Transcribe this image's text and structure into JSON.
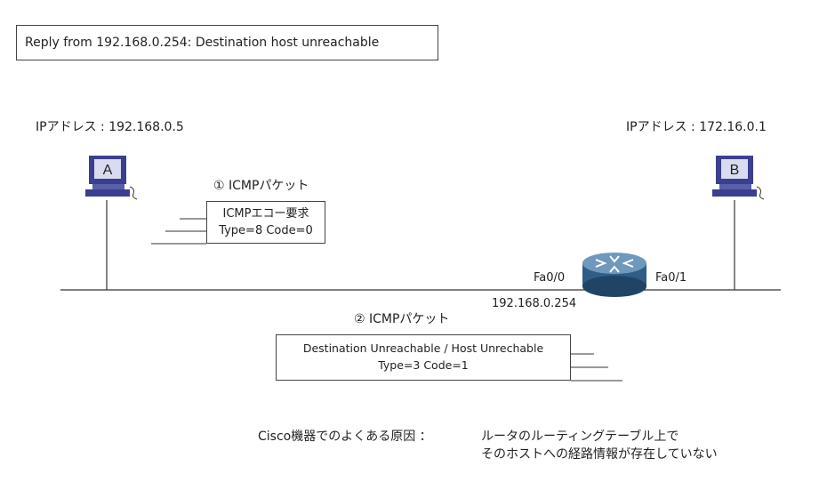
{
  "reply_message": "Reply from 192.168.0.254: Destination host unreachable",
  "host_a": {
    "ip_label": "IPアドレス : 192.168.0.5",
    "name": "A"
  },
  "host_b": {
    "ip_label": "IPアドレス : 172.16.0.1",
    "name": "B"
  },
  "router": {
    "port_left": "Fa0/0",
    "port_right": "Fa0/1",
    "ip": "192.168.0.254"
  },
  "packet1": {
    "title": "① ICMPパケット",
    "line1": "ICMPエコー要求",
    "line2": "Type=8  Code=0"
  },
  "packet2": {
    "title": "② ICMPパケット",
    "line1": "Destination Unreachable / Host Unrechable",
    "line2": "Type=3  Code=1"
  },
  "cause": {
    "label": "Cisco機器でのよくある原因 ：",
    "line1": "ルータのルーティングテーブル上で",
    "line2": "そのホストへの経路情報が存在していない"
  },
  "colors": {
    "line": "#333333",
    "monitor": "#3a3f8f",
    "router": "#2f5d86"
  }
}
